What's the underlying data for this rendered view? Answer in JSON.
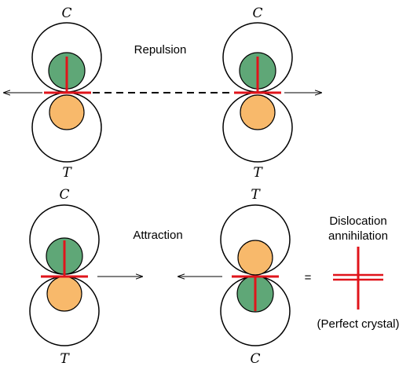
{
  "colors": {
    "compression_atom": "#5fa777",
    "tension_atom": "#f8b96b",
    "dislocation": "#e0141b"
  },
  "labels": {
    "top_left_top": "C",
    "top_left_bottom": "T",
    "top_right_top": "C",
    "top_right_bottom": "T",
    "bottom_left_top": "C",
    "bottom_left_bottom": "T",
    "bottom_right_top": "T",
    "bottom_right_bottom": "C",
    "repulsion": "Repulsion",
    "attraction": "Attraction",
    "equals": "=",
    "dislocation_line1": "Dislocation",
    "dislocation_line2": "annihilation",
    "perfect_crystal": "(Perfect crystal)"
  }
}
